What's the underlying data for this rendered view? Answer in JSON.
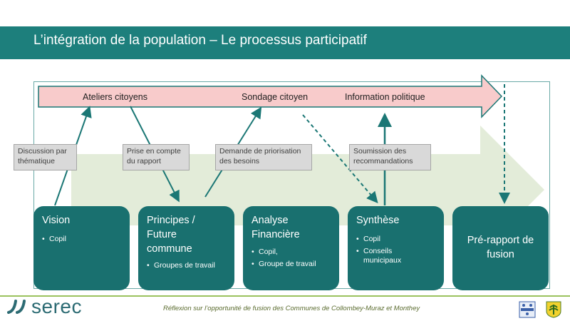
{
  "header": {
    "title": "L’intégration de la population – Le processus participatif"
  },
  "process_arrow": {
    "labels": [
      "Ateliers citoyens",
      "Sondage citoyen",
      "Information politique"
    ]
  },
  "notes": [
    "Discussion par thématique",
    "Prise en compte du rapport",
    "Demande de priorisation des besoins",
    "Soumission des recommandations"
  ],
  "stages": [
    {
      "title": "Vision",
      "items": [
        "Copil"
      ]
    },
    {
      "title": "Principes /\nFuture\ncommune",
      "items": [
        "Groupes de travail"
      ]
    },
    {
      "title": "Analyse\nFinancière",
      "items": [
        "Copil,",
        "Groupe de travail"
      ]
    },
    {
      "title": "Synthèse",
      "items": [
        "Copil",
        "Conseils municipaux"
      ]
    },
    {
      "title": "Pré-rapport  de\nfusion",
      "items": []
    }
  ],
  "footer": {
    "brand": "serec",
    "caption": "Réflexion sur l’opportunité de fusion des Communes de Collombey-Muraz et Monthey"
  },
  "colors": {
    "teal": "#19706f",
    "title_bar": "#1d7f7c",
    "arrow_pink": "#f8cbcb",
    "arrow_border": "#1b7775",
    "green_bg": "#e3ecd9",
    "footer_green": "#9bc25e"
  }
}
